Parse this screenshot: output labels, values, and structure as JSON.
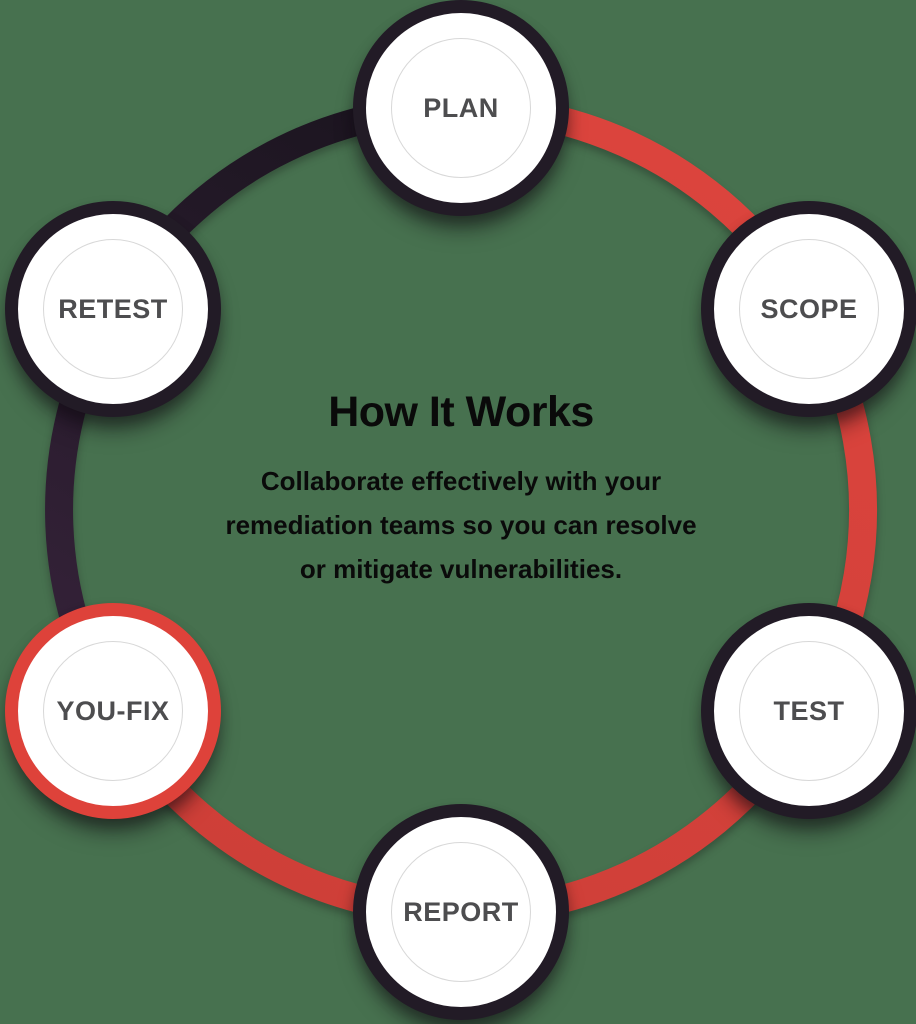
{
  "diagram": {
    "title": "How It Works",
    "subtitle_lines": [
      "Collaborate effectively with your",
      "remediation teams so you can resolve",
      "or mitigate vulnerabilities."
    ],
    "nodes": [
      {
        "id": "plan",
        "label": "PLAN",
        "position": "top",
        "border": "dark"
      },
      {
        "id": "scope",
        "label": "SCOPE",
        "position": "upper-right",
        "border": "dark"
      },
      {
        "id": "test",
        "label": "TEST",
        "position": "lower-right",
        "border": "dark"
      },
      {
        "id": "report",
        "label": "REPORT",
        "position": "bottom",
        "border": "dark"
      },
      {
        "id": "you-fix",
        "label": "YOU-FIX",
        "position": "lower-left",
        "border": "red"
      },
      {
        "id": "retest",
        "label": "RETEST",
        "position": "upper-left",
        "border": "dark"
      }
    ],
    "ring": {
      "red_segment": "plan → scope → test → report → you-fix (clockwise)",
      "dark_segment": "you-fix → retest → plan (clockwise)"
    }
  },
  "colors": {
    "background": "#47714F",
    "arc_red_start": "#DB443D",
    "arc_red_end": "#CE3F38",
    "arc_dark_start": "#1A141E",
    "arc_dark_end": "#352239",
    "node_fill": "#FFFFFF",
    "node_border_dark": "#221B26",
    "node_border_red": "#DE423A",
    "node_label": "#4D4D4F",
    "inner_ring": "#D8D8D8",
    "text": "#0A0A0A"
  }
}
